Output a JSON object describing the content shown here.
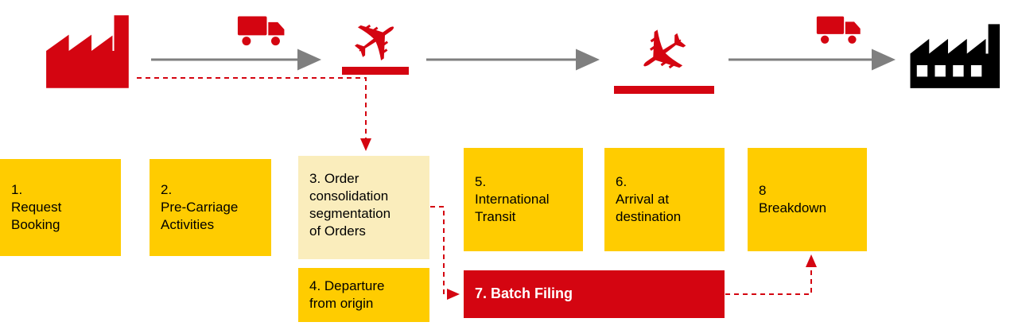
{
  "palette": {
    "step_yellow": "#FFCC00",
    "step_light_yellow": "#FAEDBC",
    "accent_red": "#D40511",
    "arrow_gray": "#7F7F7F",
    "text_black": "#000000",
    "text_white": "#FFFFFF"
  },
  "icons": {
    "airplane_glyph": "✈",
    "origin_factory": "factory-icon",
    "pre_carriage_truck": "truck-icon",
    "departure_plane": "airplane-takeoff-icon",
    "arrival_plane": "airplane-landing-icon",
    "on_carriage_truck": "truck-icon",
    "destination_factory": "factory-icon"
  },
  "steps": [
    {
      "id": "1",
      "label": "1.\nRequest\nBooking"
    },
    {
      "id": "2",
      "label": "2.\nPre-Carriage\nActivities"
    },
    {
      "id": "3",
      "label": "3. Order\nconsolidation\nsegmentation\nof Orders"
    },
    {
      "id": "4",
      "label": "4. Departure\nfrom origin"
    },
    {
      "id": "5",
      "label": "5.\nInternational\nTransit"
    },
    {
      "id": "6",
      "label": "6.\nArrival at\ndestination"
    },
    {
      "id": "7",
      "label": "7. Batch Filing"
    },
    {
      "id": "8",
      "label": "8\nBreakdown"
    }
  ]
}
